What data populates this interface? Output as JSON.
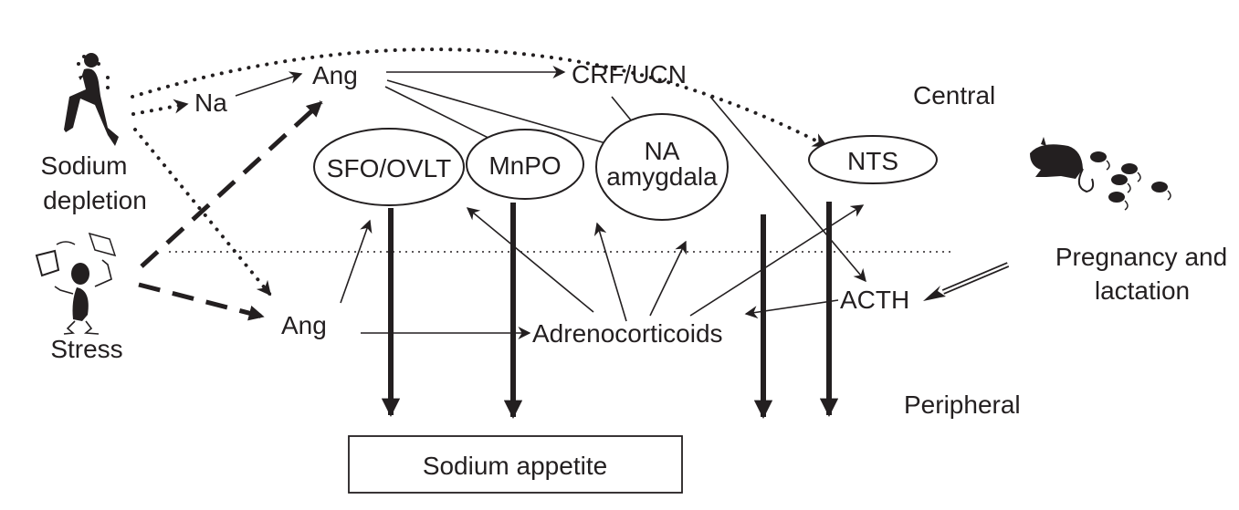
{
  "diagram": {
    "regions": {
      "central": "Central",
      "peripheral": "Peripheral"
    },
    "stimuli": {
      "sodium_depletion": [
        "Sodium",
        "depletion"
      ],
      "stress": "Stress",
      "pregnancy": [
        "Pregnancy and",
        "lactation"
      ]
    },
    "nodes": {
      "na": "Na",
      "ang_central": "Ang",
      "crf_ucn": "CRF/UCN",
      "ang_peripheral": "Ang",
      "adrenocorticoids": "Adrenocorticoids",
      "acth": "ACTH"
    },
    "brain_areas": {
      "sfo_ovlt": "SFO/OVLT",
      "mnpo": "MnPO",
      "na_amygdala": [
        "NA",
        "amygdala"
      ],
      "nts": "NTS"
    },
    "outcome": "Sodium appetite",
    "icons": [
      "runner-icon",
      "stressed-person-icon",
      "rat-with-pups-icon"
    ],
    "edges": [
      {
        "from": "Sodium depletion",
        "to": "Na",
        "style": "dotted"
      },
      {
        "from": "Sodium depletion",
        "to": "NTS",
        "style": "dotted"
      },
      {
        "from": "Sodium depletion",
        "to": "Ang (peripheral)",
        "style": "dotted"
      },
      {
        "from": "Na",
        "to": "Ang (central)",
        "style": "solid"
      },
      {
        "from": "Stress",
        "to": "Ang (central)",
        "style": "dashed"
      },
      {
        "from": "Stress",
        "to": "Ang (peripheral)",
        "style": "dashed"
      },
      {
        "from": "Ang (central)",
        "to": "CRF/UCN",
        "style": "solid"
      },
      {
        "from": "Ang (central)",
        "to": "MnPO",
        "style": "solid"
      },
      {
        "from": "Ang (central)",
        "to": "NA amygdala",
        "style": "solid"
      },
      {
        "from": "CRF/UCN",
        "to": "NA amygdala",
        "style": "solid"
      },
      {
        "from": "CRF/UCN",
        "to": "ACTH",
        "style": "solid"
      },
      {
        "from": "Ang (peripheral)",
        "to": "SFO/OVLT",
        "style": "solid"
      },
      {
        "from": "Ang (peripheral)",
        "to": "Adrenocorticoids",
        "style": "solid"
      },
      {
        "from": "Adrenocorticoids",
        "to": "SFO/OVLT",
        "style": "solid"
      },
      {
        "from": "Adrenocorticoids",
        "to": "MnPO",
        "style": "solid"
      },
      {
        "from": "Adrenocorticoids",
        "to": "NA amygdala",
        "style": "solid"
      },
      {
        "from": "Adrenocorticoids",
        "to": "NTS",
        "style": "solid"
      },
      {
        "from": "ACTH",
        "to": "Adrenocorticoids",
        "style": "solid"
      },
      {
        "from": "Pregnancy and lactation",
        "to": "ACTH",
        "style": "double"
      },
      {
        "from": "SFO/OVLT",
        "to": "Sodium appetite",
        "style": "thick"
      },
      {
        "from": "MnPO",
        "to": "Sodium appetite",
        "style": "thick"
      },
      {
        "from": "NA amygdala",
        "to": "Sodium appetite",
        "style": "thick"
      },
      {
        "from": "NTS",
        "to": "Sodium appetite",
        "style": "thick"
      }
    ]
  }
}
